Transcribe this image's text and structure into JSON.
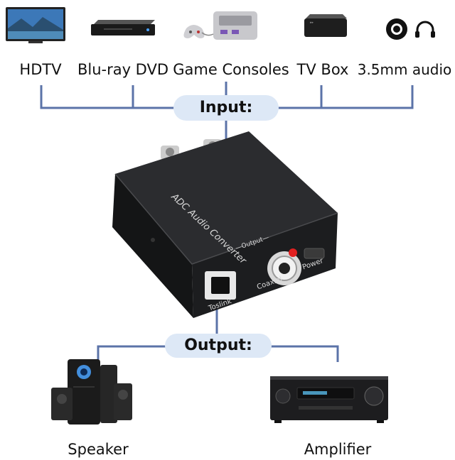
{
  "inputs": [
    {
      "label": "HDTV",
      "icon": "tv-icon"
    },
    {
      "label": "Blu-ray DVD",
      "icon": "bluray-player-icon"
    },
    {
      "label": "Game Consoles",
      "icon": "game-console-icon"
    },
    {
      "label": "TV Box",
      "icon": "tv-box-icon"
    },
    {
      "label": "3.5mm audio",
      "icon": "headphone-jack-icon"
    }
  ],
  "input_title": "Input:",
  "output_title": "Output:",
  "device": {
    "name": "ADC Audio Converter",
    "output_label": "Output",
    "coaxial_label": "Coaxial",
    "power_label": "Power",
    "toslink_label": "Toslink"
  },
  "outputs": [
    {
      "label": "Speaker",
      "icon": "speaker-icon"
    },
    {
      "label": "Amplifier",
      "icon": "amplifier-icon"
    }
  ],
  "colors": {
    "line": "#5b73a8",
    "pill": "#dde8f6",
    "device": "#1c1d1f"
  }
}
